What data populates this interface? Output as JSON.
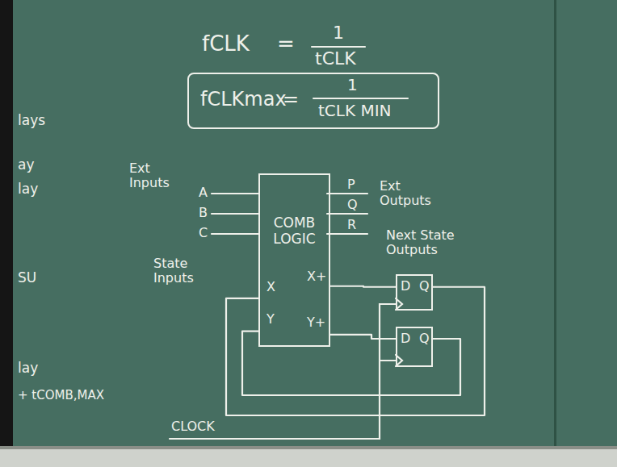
{
  "diagram": {
    "nodes": [
      {
        "text": [
          "fCLKmax",
          "=",
          "1",
          "tCLK MIN"
        ]
      },
      {
        "text": [
          "COMB LOGIC",
          "X",
          "Y",
          "X+",
          "Y+"
        ]
      },
      {
        "text": [
          "D",
          "Q"
        ]
      },
      {
        "text": [
          "D",
          "Q"
        ]
      }
    ],
    "edges": [
      {
        "from": 1,
        "to": 2,
        "arrow": "none"
      },
      {
        "from": 1,
        "to": 3,
        "arrow": "none"
      },
      {
        "from": 2,
        "to": 1,
        "arrow": "none"
      },
      {
        "from": 3,
        "to": 1,
        "arrow": "none"
      }
    ],
    "labels": [
      "fCLK",
      "=",
      "1",
      "tCLK",
      "lays",
      "ay",
      "lay",
      "SU",
      "lay",
      "+ tCOMB,MAX",
      "Ext Inputs",
      "A",
      "B",
      "C",
      "P",
      "Q",
      "R",
      "Ext Outputs",
      "State Inputs",
      "Next State Outputs",
      "CLOCK"
    ]
  }
}
